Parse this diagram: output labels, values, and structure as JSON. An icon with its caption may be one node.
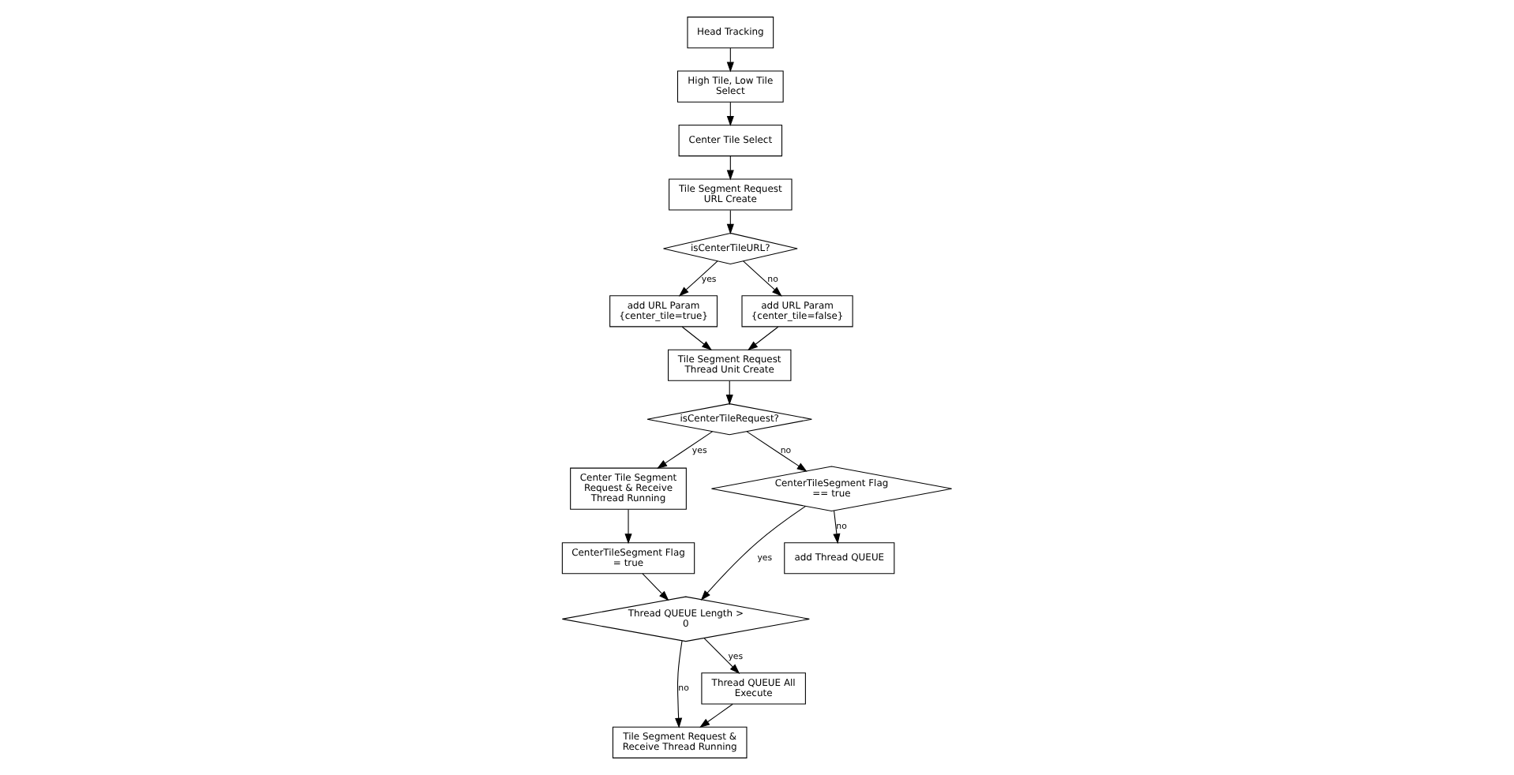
{
  "diagram": {
    "nodes": [
      {
        "text": [
          "Head Tracking"
        ]
      },
      {
        "text": [
          "High Tile, Low Tile Select"
        ]
      },
      {
        "text": [
          "Center Tile Select"
        ]
      },
      {
        "text": [
          "Tile Segment Request URL Create"
        ]
      },
      {
        "text": [
          "isCenterTileURL?"
        ]
      },
      {
        "text": [
          "add URL Param {center_tile=true}"
        ]
      },
      {
        "text": [
          "add URL Param {center_tile=false}"
        ]
      },
      {
        "text": [
          "Tile Segment Request Thread Unit Create"
        ]
      },
      {
        "text": [
          "isCenterTileRequest?"
        ]
      },
      {
        "text": [
          "Center Tile Segment Request & Receive Thread Running"
        ]
      },
      {
        "text": [
          "CenterTileSegment Flag = true"
        ]
      },
      {
        "text": [
          "CenterTileSegment Flag == true"
        ]
      },
      {
        "text": [
          "Thread QUEUE Length > 0"
        ]
      },
      {
        "text": [
          "Tile Segment Request & Receive Thread Running"
        ]
      },
      {
        "text": [
          "Thread QUEUE All Execute"
        ]
      },
      {
        "text": [
          "add Thread QUEUE"
        ]
      }
    ],
    "edges": [
      {
        "from": 0,
        "to": 1,
        "arrow": "to"
      },
      {
        "from": 1,
        "to": 2,
        "arrow": "to"
      },
      {
        "from": 2,
        "to": 3,
        "arrow": "to"
      },
      {
        "from": 3,
        "to": 4,
        "arrow": "to"
      },
      {
        "from": 4,
        "to": 5,
        "arrow": "to",
        "label": "yes"
      },
      {
        "from": 4,
        "to": 6,
        "arrow": "to",
        "label": "no"
      },
      {
        "from": 5,
        "to": 7,
        "arrow": "to"
      },
      {
        "from": 6,
        "to": 7,
        "arrow": "to"
      },
      {
        "from": 7,
        "to": 8,
        "arrow": "to"
      },
      {
        "from": 8,
        "to": 9,
        "arrow": "to",
        "label": "yes"
      },
      {
        "from": 9,
        "to": 10,
        "arrow": "to"
      },
      {
        "from": 10,
        "to": 12,
        "arrow": "to"
      },
      {
        "from": 8,
        "to": 11,
        "arrow": "to",
        "label": "no"
      },
      {
        "from": 11,
        "to": 12,
        "arrow": "to",
        "label": "yes"
      },
      {
        "from": 11,
        "to": 15,
        "arrow": "to",
        "label": "no"
      },
      {
        "from": 12,
        "to": 13,
        "arrow": "to",
        "label": "no"
      },
      {
        "from": 12,
        "to": 14,
        "arrow": "to",
        "label": "yes"
      },
      {
        "from": 14,
        "to": 13,
        "arrow": "to"
      }
    ]
  }
}
